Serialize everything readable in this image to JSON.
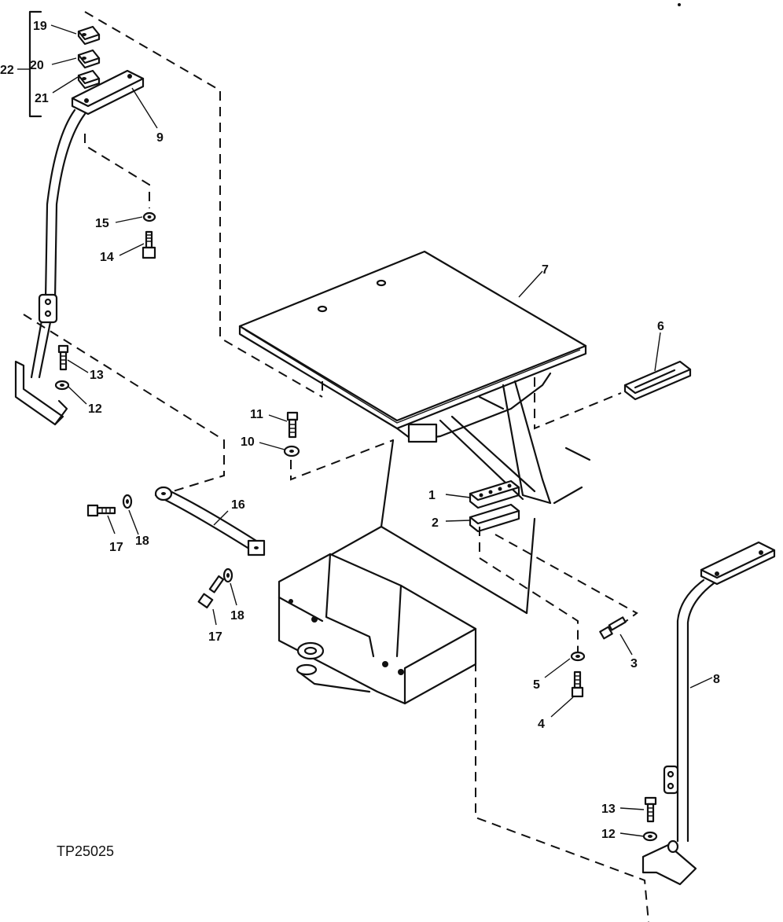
{
  "drawing_code": "TP25025",
  "callouts": {
    "c1": "1",
    "c2": "2",
    "c3": "3",
    "c4": "4",
    "c5": "5",
    "c6": "6",
    "c7": "7",
    "c8": "8",
    "c9": "9",
    "c10": "10",
    "c11": "11",
    "c12a": "12",
    "c12b": "12",
    "c13a": "13",
    "c13b": "13",
    "c14": "14",
    "c15": "15",
    "c16": "16",
    "c17a": "17",
    "c17b": "17",
    "c18a": "18",
    "c18b": "18",
    "c19": "19",
    "c20": "20",
    "c21": "21",
    "c22": "22"
  }
}
